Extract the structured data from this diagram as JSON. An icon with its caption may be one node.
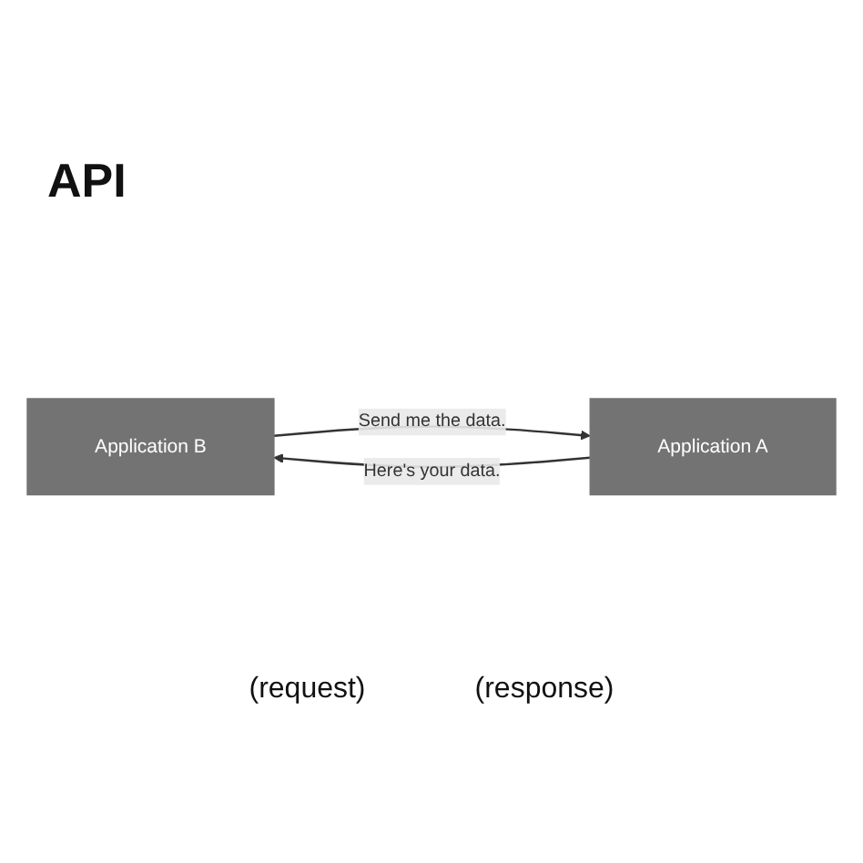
{
  "diagram": {
    "title": "API",
    "nodes": [
      {
        "text": [
          "Application B"
        ]
      },
      {
        "text": [
          "Application A"
        ]
      }
    ],
    "edges": [
      {
        "from": 0,
        "to": 1,
        "arrow": "to",
        "label": "Send me the data."
      },
      {
        "from": 1,
        "to": 0,
        "arrow": "to",
        "label": "Here's your data."
      }
    ],
    "labels": [
      "(request)",
      "(response)"
    ]
  }
}
